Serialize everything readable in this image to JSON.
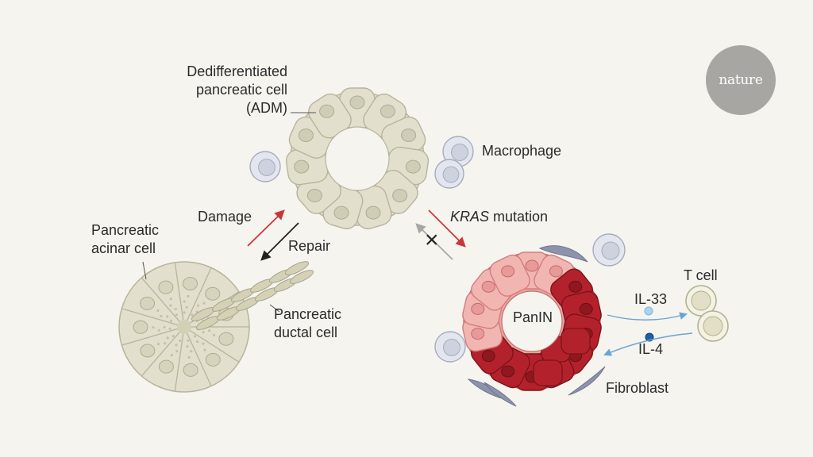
{
  "labels": {
    "adm_line1": "Dedifferentiated",
    "adm_line2": "pancreatic cell",
    "adm_line3": "(ADM)",
    "macrophage": "Macrophage",
    "damage": "Damage",
    "repair": "Repair",
    "kras_gene": "KRAS",
    "kras_rest": " mutation",
    "acinar_line1": "Pancreatic",
    "acinar_line2": "acinar cell",
    "ductal_line1": "Pancreatic",
    "ductal_line2": "ductal cell",
    "panin": "PanIN",
    "t_cell": "T cell",
    "il33": "IL-33",
    "il4": "IL-4",
    "fibroblast": "Fibroblast",
    "block_mark": "×"
  },
  "logo": {
    "text": "nature"
  },
  "colors": {
    "background": "#f5f4ee",
    "healthy_cell": "#e2e0cc",
    "healthy_outline": "#b7b49d",
    "panin_light": "#f2b6b2",
    "panin_dark": "#b3222c",
    "damage_arrow": "#c9363a",
    "repair_arrow": "#222222",
    "blocked_arrow": "#a7a7a7",
    "signal_arrow": "#6aa3d6",
    "il33_dot": "#a9d3ef",
    "il4_dot": "#1f5ea8",
    "immune_cell": "#e3e6ee",
    "fibroblast": "#8d93aa",
    "logo": "#a7a6a2"
  }
}
